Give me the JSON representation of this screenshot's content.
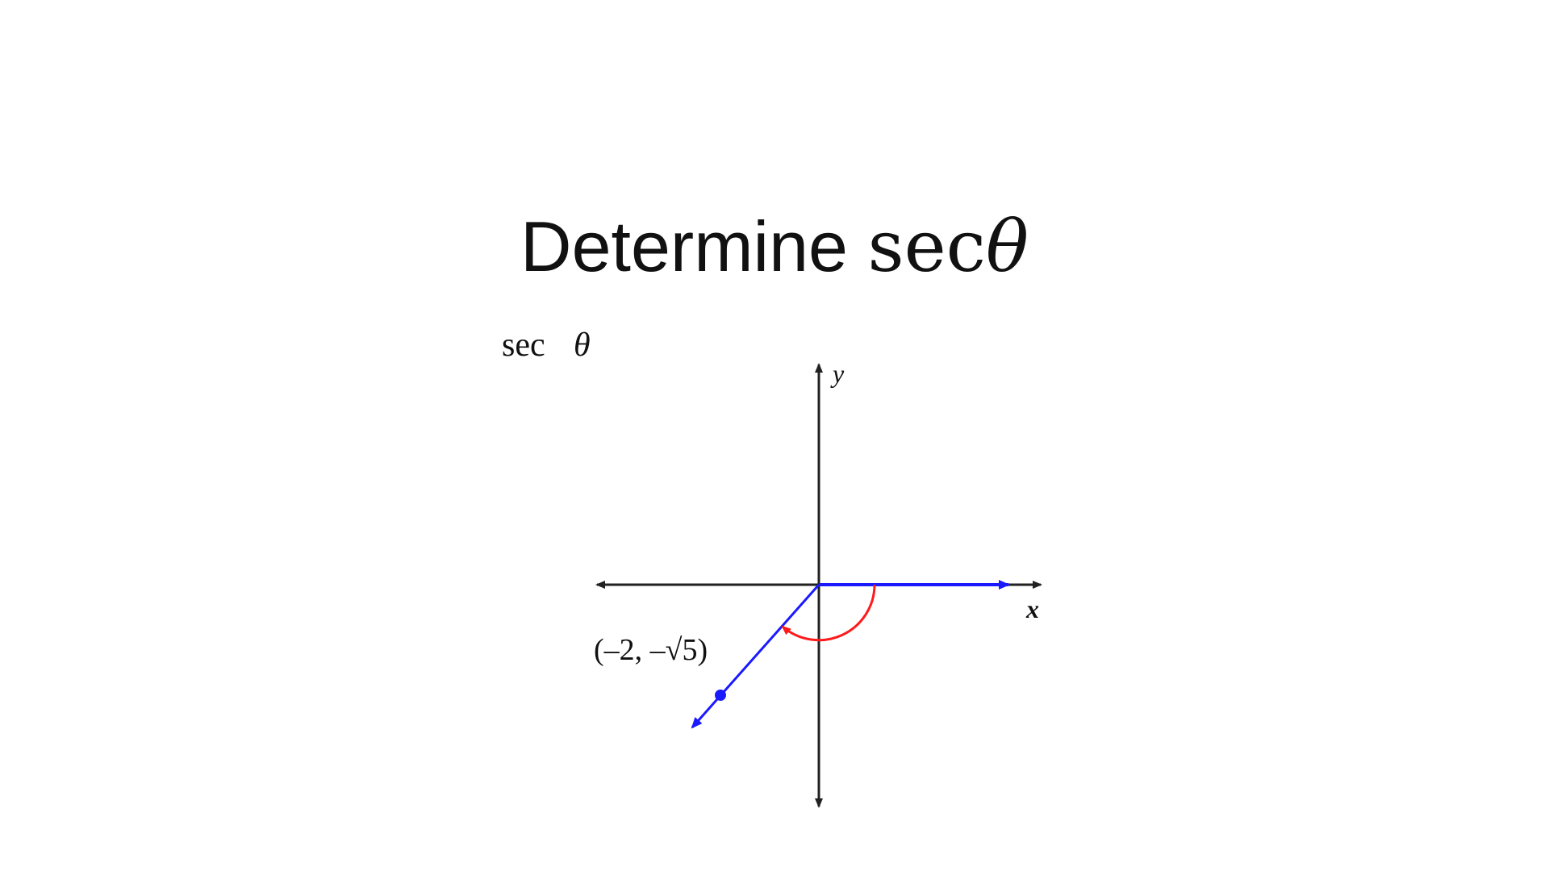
{
  "slide": {
    "title_text": "Determine",
    "title_func": "sec",
    "title_var": "θ"
  },
  "figure": {
    "prompt_func": "sec",
    "prompt_var": "θ",
    "axis_x_label": "x",
    "axis_y_label": "y",
    "point_label": "(–2, –√5)",
    "point": {
      "x": -2,
      "y": "-√5"
    },
    "colors": {
      "axes": "#222222",
      "terminal_side": "#1a1aff",
      "angle_arc": "#ff1a1a"
    }
  }
}
